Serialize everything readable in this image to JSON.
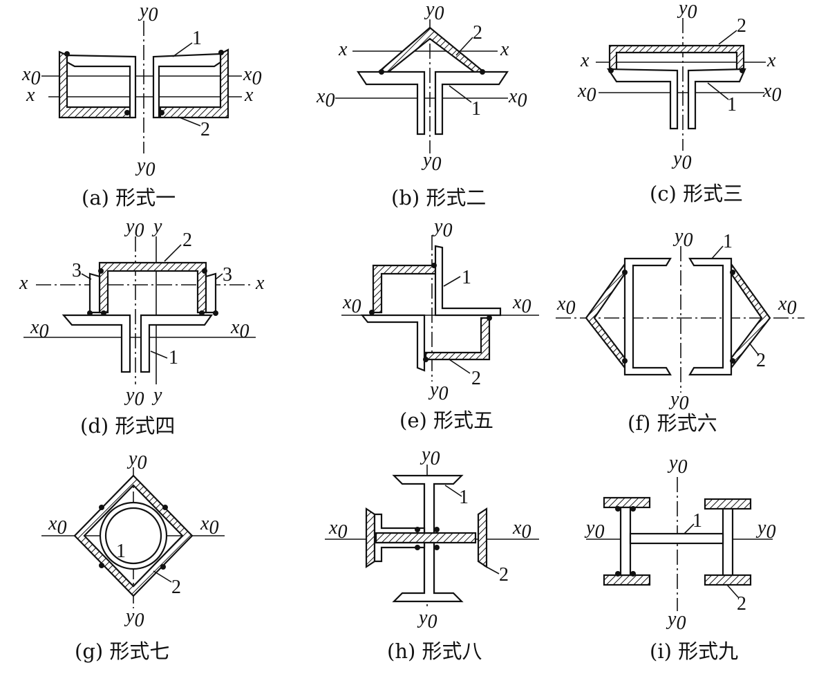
{
  "axis_labels": {
    "x": "x",
    "x0": "x",
    "y": "y",
    "y0": "y",
    "subscript_zero": "0"
  },
  "part_numbers": {
    "n1": "1",
    "n2": "2",
    "n3": "3"
  },
  "captions": {
    "a": "(a) 形式一",
    "b": "(b) 形式二",
    "c": "(c) 形式三",
    "d": "(d) 形式四",
    "e": "(e) 形式五",
    "f": "(f) 形式六",
    "g": "(g) 形式七",
    "h": "(h) 形式八",
    "i": "(i) 形式九"
  },
  "colors": {
    "ink": "#111111",
    "background": "#ffffff"
  }
}
